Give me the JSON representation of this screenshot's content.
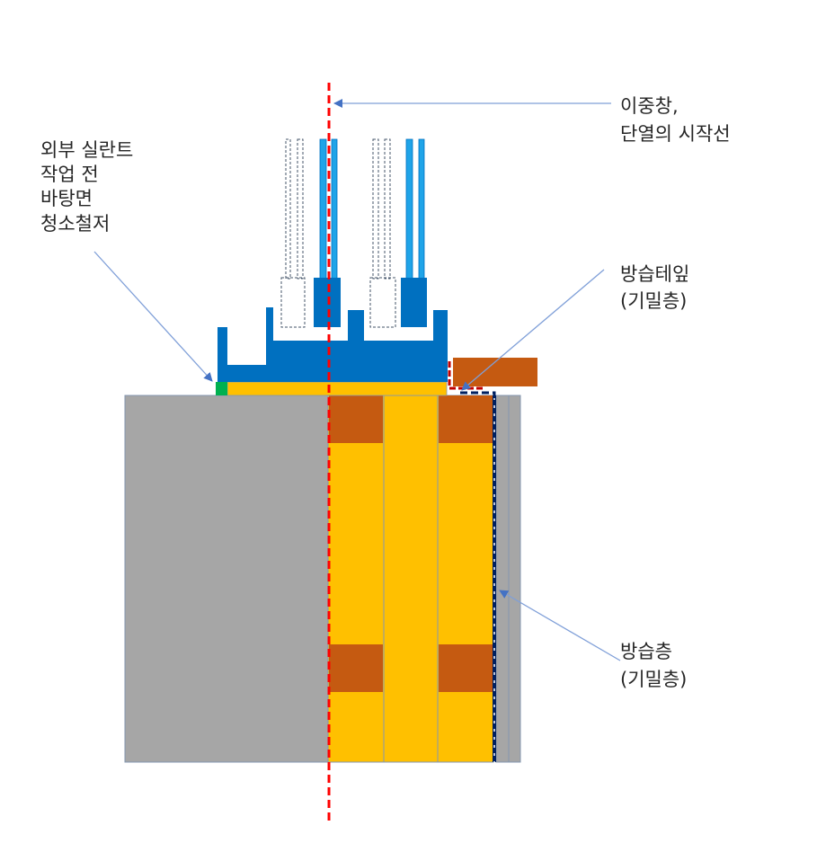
{
  "labels": {
    "sealant": [
      "외부 실란트",
      "작업 전",
      "바탕면",
      "청소철저"
    ],
    "double_window": [
      "이중창,",
      "단열의 시작선"
    ],
    "tape": [
      "방습테잎",
      "(기밀층)"
    ],
    "layer": [
      "방습층",
      "(기밀층)"
    ]
  },
  "colors": {
    "frame": "#0070c0",
    "glass": "#1fa4e8",
    "insulation": "#ffc000",
    "wood": "#c55a11",
    "wall": "#a6a6a6",
    "sealant": "#00b050",
    "insulation_line": "#ff0000",
    "vapor_barrier": "#002060",
    "arrow": "#7f9fd8"
  }
}
